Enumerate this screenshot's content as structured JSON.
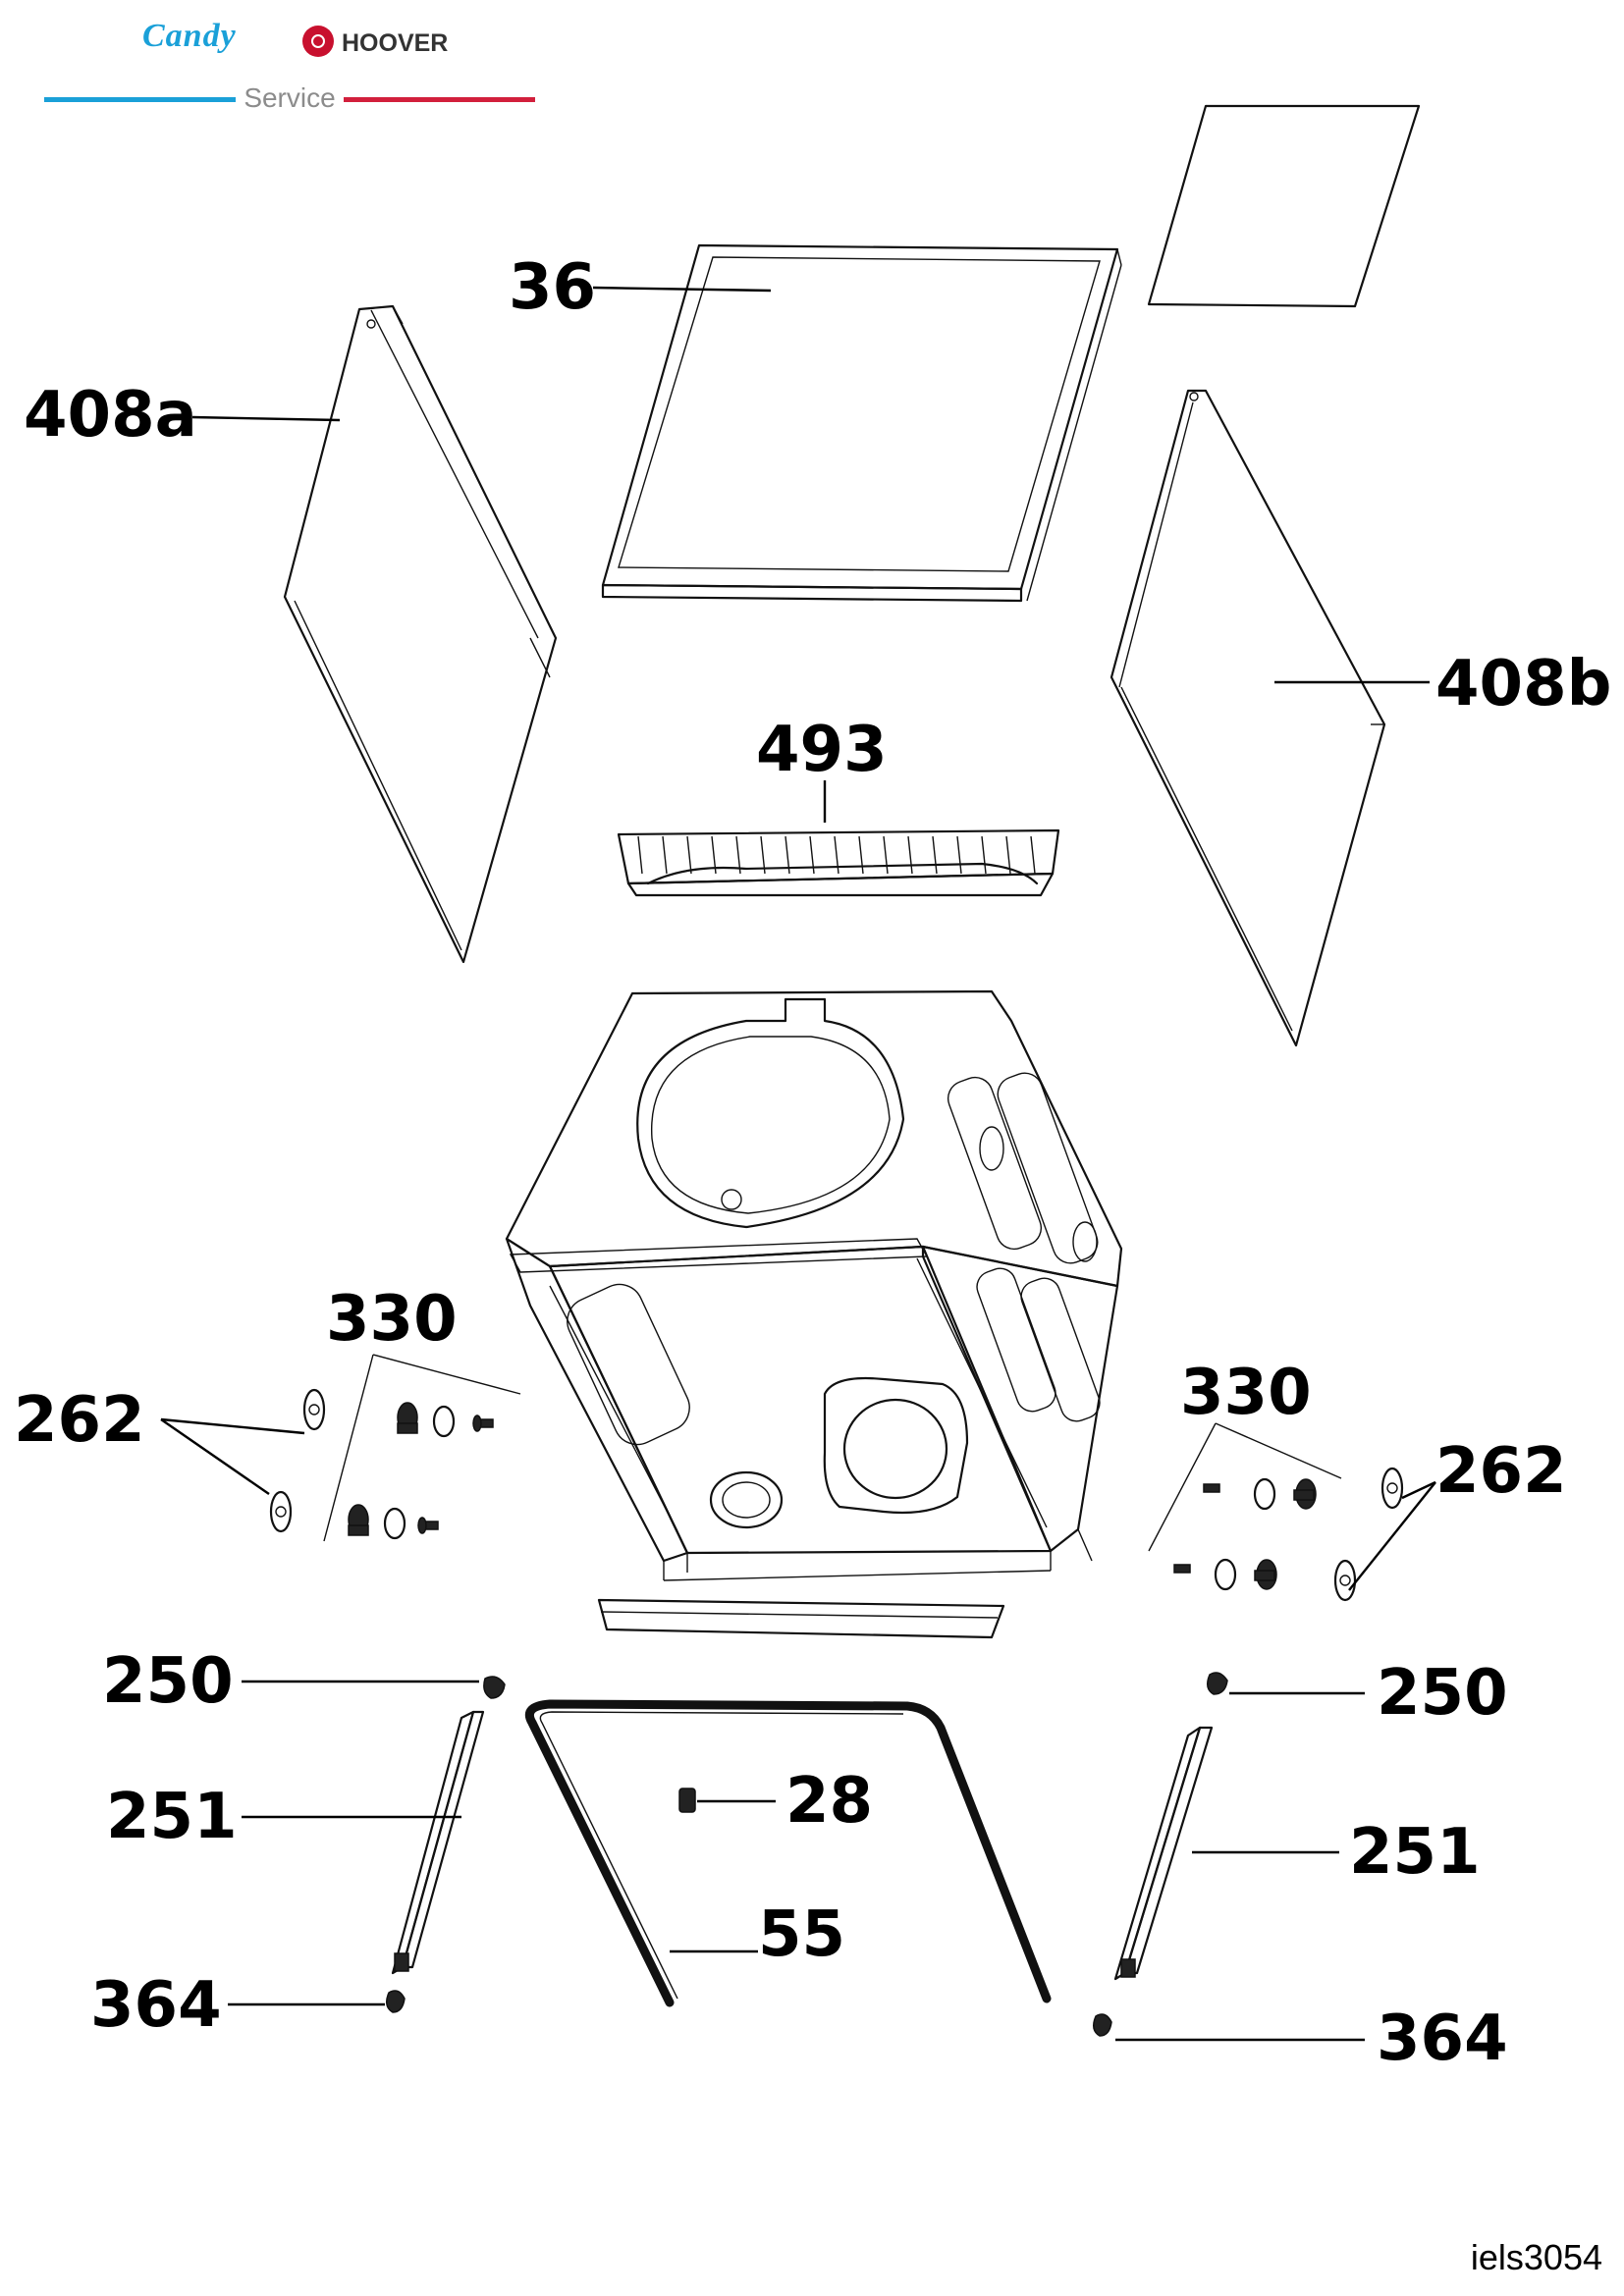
{
  "header": {
    "brand_candy": "Candy",
    "brand_hoover": "HOOVER",
    "service_label": "Service",
    "colors": {
      "candy_blue": "#1aa0d8",
      "hoover_red": "#d21f3c"
    }
  },
  "callouts": {
    "c36": "36",
    "c408a": "408a",
    "c408b": "408b",
    "c493": "493",
    "c330_left": "330",
    "c330_right": "330",
    "c262_left": "262",
    "c262_right": "262",
    "c250_left": "250",
    "c250_right": "250",
    "c251_left": "251",
    "c251_right": "251",
    "c28": "28",
    "c55": "55",
    "c364_left": "364",
    "c364_right": "364"
  },
  "footer": {
    "doc_code": "iels3054"
  }
}
